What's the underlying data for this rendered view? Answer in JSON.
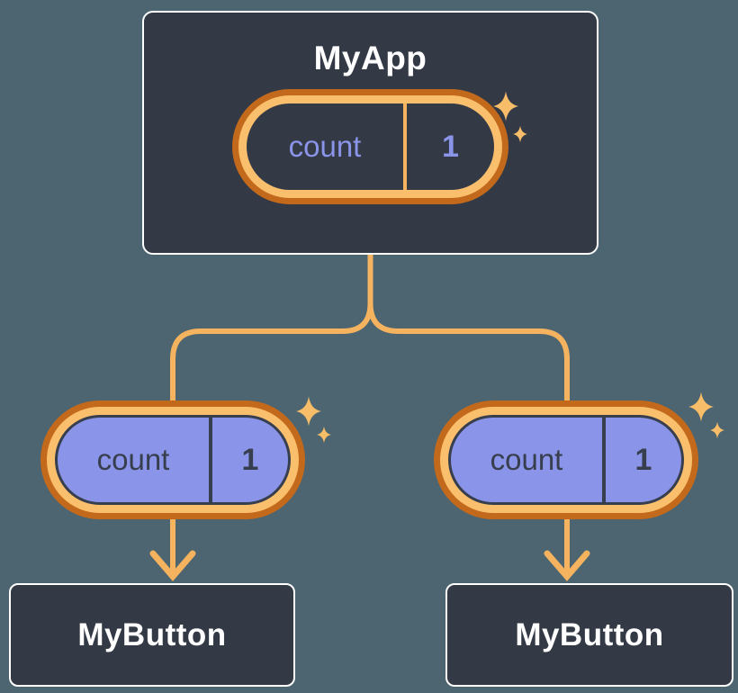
{
  "nodes": {
    "root": {
      "title": "MyApp",
      "state": {
        "label": "count",
        "value": "1"
      }
    },
    "child_left": {
      "title": "MyButton",
      "prop": {
        "label": "count",
        "value": "1"
      }
    },
    "child_right": {
      "title": "MyButton",
      "prop": {
        "label": "count",
        "value": "1"
      }
    }
  },
  "colors": {
    "bg": "#4d6570",
    "node-bg": "#333a46",
    "node-border": "#ffffff",
    "node-text": "#ffffff",
    "purple": "#8a94e8",
    "slate": "#373e4d",
    "ring-dark": "#c2691c",
    "ring-light": "#fabf6c",
    "line": "#f5b35f",
    "sparkle": "#f8bd68"
  }
}
